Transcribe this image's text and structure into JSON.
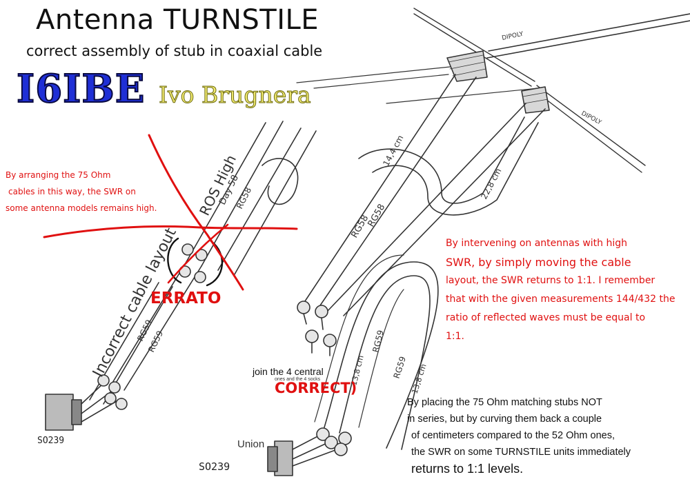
{
  "header": {
    "title": "Antenna TURNSTILE",
    "subtitle": "correct assembly of stub in coaxial cable",
    "callsign": "I6IBE",
    "author": "Ivo Brugnera"
  },
  "wrong_layout": {
    "note_lines": [
      "By arranging the 75 Ohm",
      "cables in this way, the SWR on",
      "some antenna models remains high."
    ],
    "ros_label": "ROS High",
    "rotated_label": "Incorrect cable layout",
    "verdict": "ERRATO",
    "cable_labels": [
      "RG58",
      "Day 58",
      "RG59",
      "RG59"
    ],
    "connector": "SO239"
  },
  "right_layout": {
    "note_lines": [
      "By intervening on antennas with high",
      "SWR, by simply moving the cable",
      "layout, the SWR returns to 1:1. I remember",
      "that with the given measurements 144/432 the",
      "ratio of reflected waves must be equal to",
      "1:1."
    ],
    "join_label": "join the 4 central",
    "join_sub": "ones and the 4 socks",
    "verdict": "CORRECT)",
    "union_label": "Union",
    "connector": "SO239",
    "cable_labels": [
      "RG58",
      "RG58",
      "RG59",
      "RG59"
    ],
    "lengths": [
      "14,4 cm",
      "22,8 cm",
      "13,8 cm",
      "13,8 cm"
    ]
  },
  "dipoles": [
    "DIPOLY",
    "DIPOLY"
  ],
  "bottom_note": {
    "lines": [
      "By placing the 75 Ohm matching stubs NOT",
      "in series, but by curving them back a couple",
      "of centimeters compared to the 52 Ohm ones,",
      "the SWR on some TURNSTILE units immediately"
    ],
    "last_line": "returns to 1:1 levels."
  },
  "colors": {
    "annotation_red": "#e01010",
    "callsign_blue": "#1f2fd6",
    "author_yellow": "#f0ea70"
  }
}
